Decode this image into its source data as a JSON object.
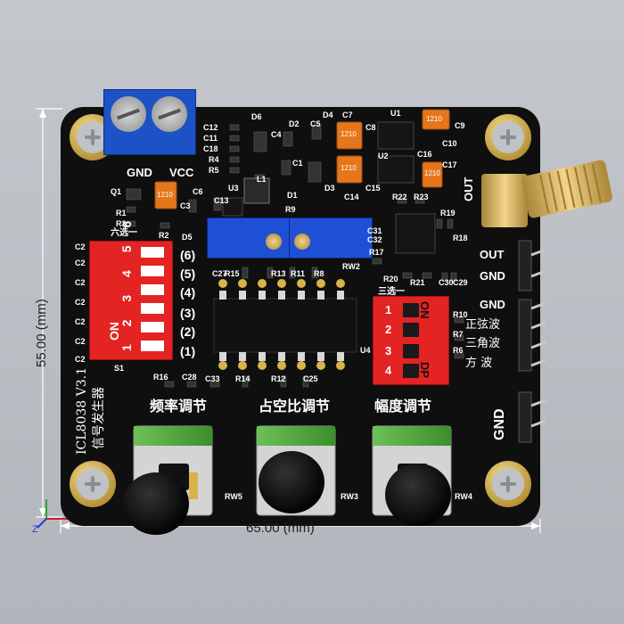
{
  "dimensions": {
    "width_label": "65.00 (mm)",
    "height_label": "55.00 (mm)"
  },
  "axes": {
    "z_label": "Z"
  },
  "board": {
    "power": {
      "gnd_label": "GND",
      "vcc_label": "VCC"
    },
    "ports": {
      "out_label": "OUT",
      "out2_label": "OUT",
      "gnd_label": "GND",
      "gnd2_label": "GND",
      "gnd3_label": "GND"
    },
    "switch_s1": {
      "ref": "S1",
      "on_label": "ON",
      "numbers": "1 2 3 4 5 6",
      "range_labels": [
        "(6)",
        "(5)",
        "(4)",
        "(3)",
        "(2)",
        "(1)"
      ],
      "title": "六选一"
    },
    "switch_s2": {
      "on_label": "ON",
      "dp_label": "DP",
      "numbers": [
        "1",
        "2",
        "3",
        "4"
      ],
      "title": "三选一"
    },
    "waveforms": [
      "正弦波",
      "三角波",
      "方 波"
    ],
    "board_name": "ICL8038 V3.1",
    "board_desc": "信号发生器",
    "knob_labels": [
      "频率调节",
      "占空比调节",
      "幅度调节"
    ],
    "component_refs": {
      "left": [
        "C12",
        "C11",
        "C18",
        "R4",
        "R5",
        "Q1",
        "R1",
        "R3",
        "R2",
        "D5",
        "C3",
        "C13",
        "U3",
        "L1",
        "C2",
        "C6"
      ],
      "top": [
        "D6",
        "C4",
        "D2",
        "C5",
        "D4",
        "C7",
        "C8",
        "U1",
        "C9",
        "C10",
        "C16",
        "C17",
        "U2",
        "C1",
        "D1",
        "D3",
        "C14",
        "C15"
      ],
      "mid": [
        "R9",
        "R22",
        "R23",
        "R19",
        "R18",
        "C31",
        "C32",
        "R17",
        "RW2",
        "R20",
        "R21",
        "C29",
        "C30",
        "R10",
        "R7",
        "R6",
        "C27",
        "R15",
        "R13",
        "R11",
        "R8",
        "U4"
      ],
      "bottom": [
        "R16",
        "C28",
        "C33",
        "R14",
        "R12",
        "C25",
        "RW5",
        "RW3",
        "RW4"
      ],
      "s1_caps": [
        "C2",
        "C2",
        "C2",
        "C2",
        "C2",
        "C2"
      ]
    },
    "chip_marks": [
      "1210",
      "1210",
      "1210",
      "1210",
      "1210"
    ]
  },
  "colors": {
    "pcb": "#0f0f0f",
    "switch_red": "#e42323",
    "terminal_blue": "#1c52c6",
    "pot_blue": "#1f4fd4",
    "gold": "#d9b24a",
    "background": "#bfc2c7"
  }
}
